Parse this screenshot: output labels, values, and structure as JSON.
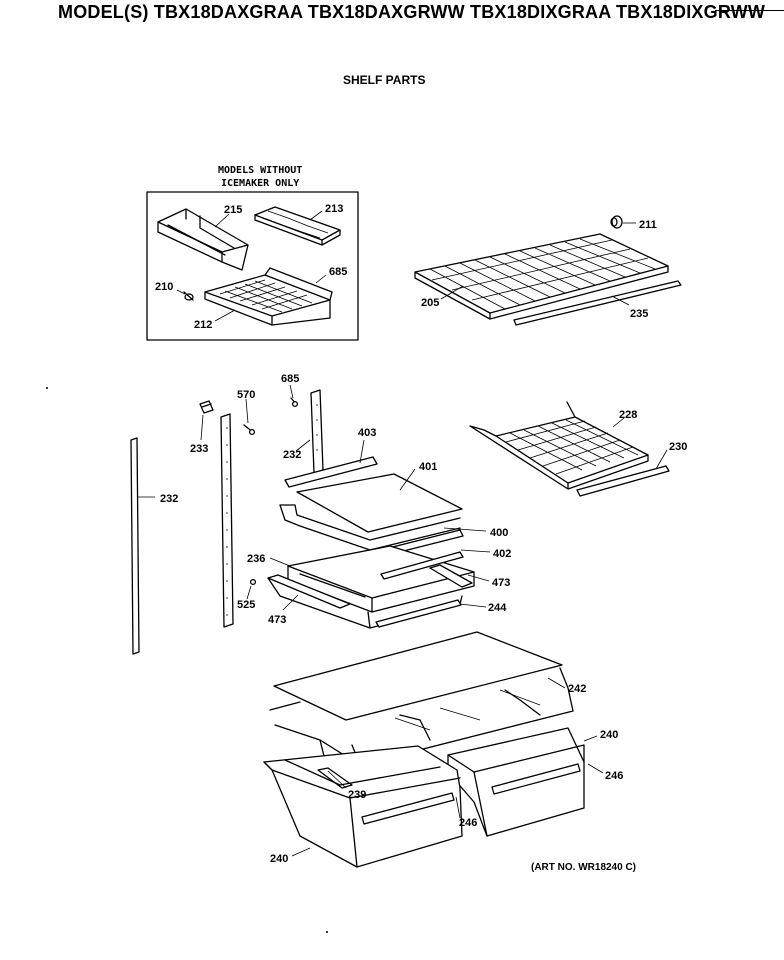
{
  "header": {
    "models_line": "MODEL(S) TBX18DAXGRAA TBX18DAXGRWW TBX18DIXGRAA TBX18DIXGRWW",
    "section_title": "SHELF PARTS"
  },
  "inset_note": [
    "MODELS WITHOUT",
    "ICEMAKER ONLY"
  ],
  "art_number": "(ART NO. WR18240 C)",
  "callouts": {
    "c215": "215",
    "c213": "213",
    "c685a": "685",
    "c210": "210",
    "c212": "212",
    "c211": "211",
    "c205": "205",
    "c235": "235",
    "c685b": "685",
    "c570": "570",
    "c233": "233",
    "c232a": "232",
    "c403": "403",
    "c232b": "232",
    "c228": "228",
    "c230": "230",
    "c401": "401",
    "c400": "400",
    "c236": "236",
    "c402": "402",
    "c473a": "473",
    "c525": "525",
    "c473b": "473",
    "c244": "244",
    "c242": "242",
    "c240a": "240",
    "c246a": "246",
    "c239": "239",
    "c246b": "246",
    "c240b": "240"
  }
}
